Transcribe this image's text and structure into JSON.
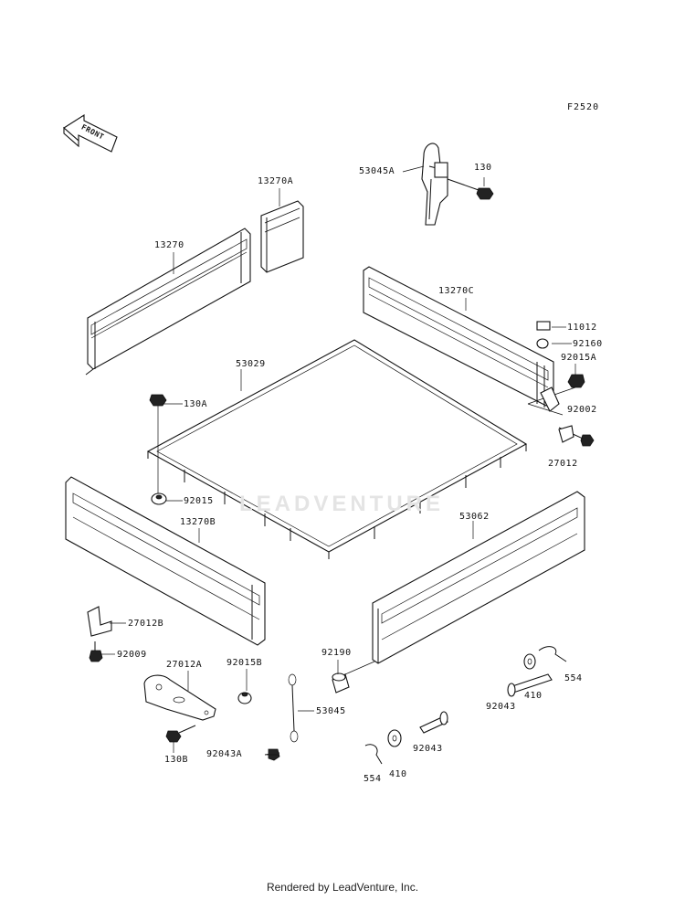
{
  "figure_code": "F2520",
  "front_arrow_text": "FRONT",
  "watermark_text": "LEADVENTURE",
  "footer_text": "Rendered by LeadVenture, Inc.",
  "callouts": {
    "p53045A": "53045A",
    "p130": "130",
    "p13270A": "13270A",
    "p13270": "13270",
    "p13270C": "13270C",
    "p11012": "11012",
    "p92160": "92160",
    "p92015A": "92015A",
    "p53029": "53029",
    "p130A": "130A",
    "p92002": "92002",
    "p27012": "27012",
    "p92015": "92015",
    "p13270B": "13270B",
    "p53062": "53062",
    "p27012B": "27012B",
    "p92009": "92009",
    "p27012A": "27012A",
    "p92015B": "92015B",
    "p92190": "92190",
    "p53045": "53045",
    "p130B": "130B",
    "p92043A": "92043A",
    "p554a": "554",
    "p410a": "410",
    "p92043a": "92043",
    "p554b": "554",
    "p410b": "410",
    "p92043b": "92043"
  }
}
